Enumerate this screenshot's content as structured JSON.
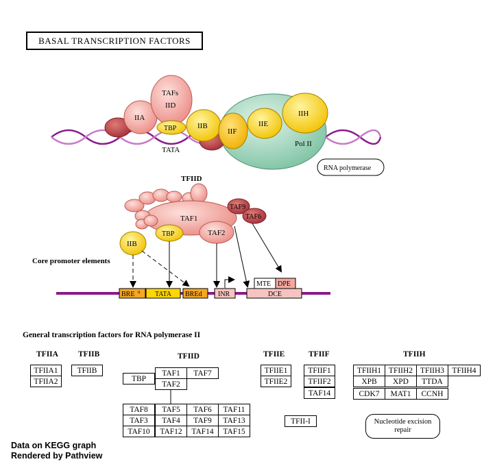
{
  "title": "BASAL TRANSCRIPTION FACTORS",
  "complex": {
    "iia": "IIA",
    "tafs": "TAFs",
    "iid": "IID",
    "tbp": "TBP",
    "iib": "IIB",
    "tata": "TATA",
    "iif": "IIF",
    "iie": "IIE",
    "iih": "IIH",
    "polii": "Pol II"
  },
  "rna_polymerase": "RNA polymerase",
  "tfiid_section": {
    "title": "TFIID",
    "taf1": "TAF1",
    "taf9": "TAF9",
    "taf6": "TAF6",
    "taf2": "TAF2",
    "tbp": "TBP",
    "iib": "IIB"
  },
  "core_promoter": {
    "label": "Core promoter elements",
    "elements": {
      "breu": "BRE",
      "breu_sup": "u",
      "tata": "TATA",
      "bred": "BREd",
      "inr": "INR",
      "mte": "MTE",
      "dpe": "DPE",
      "dce": "DCE"
    }
  },
  "gtf_title": "General transcription factors for RNA polymerase II",
  "groups": {
    "tfiia": {
      "title": "TFIIA",
      "items": [
        "TFIIA1",
        "TFIIA2"
      ]
    },
    "tfiib": {
      "title": "TFIIB",
      "items": [
        "TFIIB"
      ]
    },
    "tfiid": {
      "title": "TFIID",
      "tbp": "TBP",
      "top": [
        "TAF1",
        "TAF7",
        "TAF2"
      ],
      "grid": [
        [
          "TAF8",
          "TAF5",
          "TAF6",
          "TAF11"
        ],
        [
          "TAF3",
          "TAF4",
          "TAF9",
          "TAF13"
        ],
        [
          "TAF10",
          "TAF12",
          "TAF14",
          "TAF15"
        ]
      ]
    },
    "tfiie": {
      "title": "TFIIE",
      "items": [
        "TFIIE1",
        "TFIIE2"
      ]
    },
    "tfiif": {
      "title": "TFIIF",
      "items": [
        "TFIIF1",
        "TFIIF2",
        "TAF14"
      ]
    },
    "tfiih": {
      "title": "TFIIH",
      "grid": [
        [
          "TFIIH1",
          "TFIIH2",
          "TFIIH3",
          "TFIIH4"
        ],
        [
          "XPB",
          "XPD",
          "TTDA"
        ],
        [
          "CDK7",
          "MAT1",
          "CCNH"
        ]
      ]
    }
  },
  "tfii_i": "TFII-I",
  "nucleotide_excision": [
    "Nucleotide excision",
    "repair"
  ],
  "credits": [
    "Data on KEGG graph",
    "Rendered by Pathview"
  ],
  "colors": {
    "salmon": "#f4a8a0",
    "dark_red": "#c0504d",
    "yellow": "#ffd700",
    "orange_box": "#f5a623",
    "green": "#9ed3b7",
    "dna_purple": "#8b1a8b",
    "pink_box": "#f6c4c0"
  }
}
